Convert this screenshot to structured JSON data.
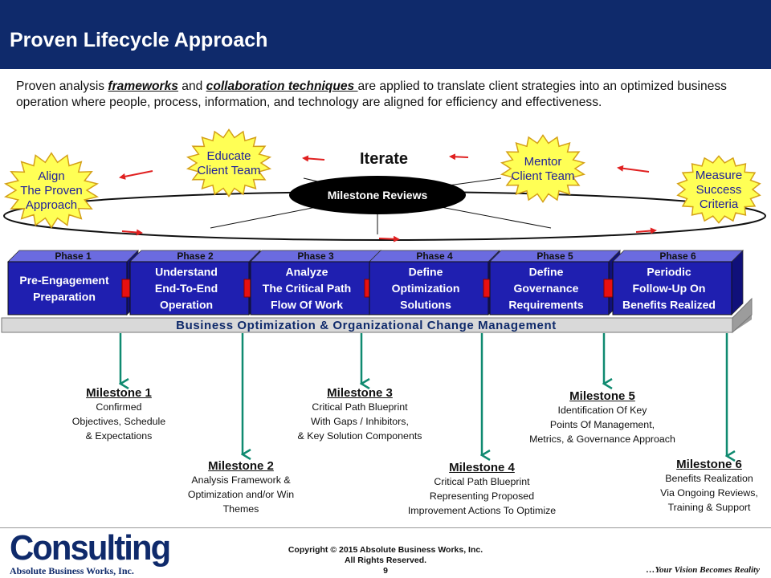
{
  "slide": {
    "title": "Proven Lifecycle Approach",
    "intro": {
      "part1": "Proven analysis ",
      "emph1": "frameworks",
      "part2": " and ",
      "emph2": "collaboration techniques ",
      "part3": "are applied to translate client strategies into an optimized business operation where people, process, information, and technology are aligned for efficiency and effectiveness."
    }
  },
  "cycle": {
    "iterate": "Iterate",
    "center": "Milestone Reviews",
    "stars": [
      {
        "line1": "Align",
        "line2": "The Proven",
        "line3": "Approach"
      },
      {
        "line1": "Educate",
        "line2": "Client Team",
        "line3": ""
      },
      {
        "line1": "Mentor",
        "line2": "Client Team",
        "line3": ""
      },
      {
        "line1": "Measure",
        "line2": "Success",
        "line3": "Criteria"
      }
    ],
    "colors": {
      "star_fill": "#ffff55",
      "star_stroke": "#d4a017",
      "arrow": "#e02020"
    }
  },
  "phases": [
    {
      "label": "Phase 1",
      "line1": "Pre-Engagement",
      "line2": "Preparation",
      "line3": ""
    },
    {
      "label": "Phase 2",
      "line1": "Understand",
      "line2": "End-To-End",
      "line3": "Operation"
    },
    {
      "label": "Phase 3",
      "line1": "Analyze",
      "line2": "The Critical Path",
      "line3": "Flow Of Work"
    },
    {
      "label": "Phase 4",
      "line1": "Define",
      "line2": "Optimization",
      "line3": "Solutions"
    },
    {
      "label": "Phase 5",
      "line1": "Define",
      "line2": "Governance",
      "line3": "Requirements"
    },
    {
      "label": "Phase 6",
      "line1": "Periodic",
      "line2": "Follow-Up On",
      "line3": "Benefits Realized"
    }
  ],
  "base_bar": "Business Optimization & Organizational Change Management",
  "phase_colors": {
    "box": "#1f1fb0",
    "top": "#6b6be0",
    "side": "#10107a",
    "arrow": "#e81010",
    "connector": "#0f8a70"
  },
  "milestones": [
    {
      "title": "Milestone 1",
      "desc": "Confirmed\nObjectives, Schedule\n& Expectations"
    },
    {
      "title": "Milestone 2",
      "desc": "Analysis Framework &\nOptimization and/or Win\nThemes"
    },
    {
      "title": "Milestone 3",
      "desc": "Critical Path Blueprint\nWith Gaps / Inhibitors,\n& Key Solution Components"
    },
    {
      "title": "Milestone 4",
      "desc": "Critical Path Blueprint\nRepresenting Proposed\nImprovement Actions To Optimize"
    },
    {
      "title": "Milestone 5",
      "desc": "Identification Of Key\nPoints Of Management,\nMetrics, & Governance Approach"
    },
    {
      "title": "Milestone 6",
      "desc": "Benefits Realization\nVia Ongoing Reviews,\nTraining & Support"
    }
  ],
  "footer": {
    "logo_big": "Consulting",
    "logo_small": "Absolute Business Works, Inc.",
    "copyright_line1": "Copyright  © 2015 Absolute  Business Works, Inc.",
    "copyright_line2": "All Rights Reserved.",
    "page": "9",
    "tagline": "…Your Vision Becomes Reality"
  }
}
